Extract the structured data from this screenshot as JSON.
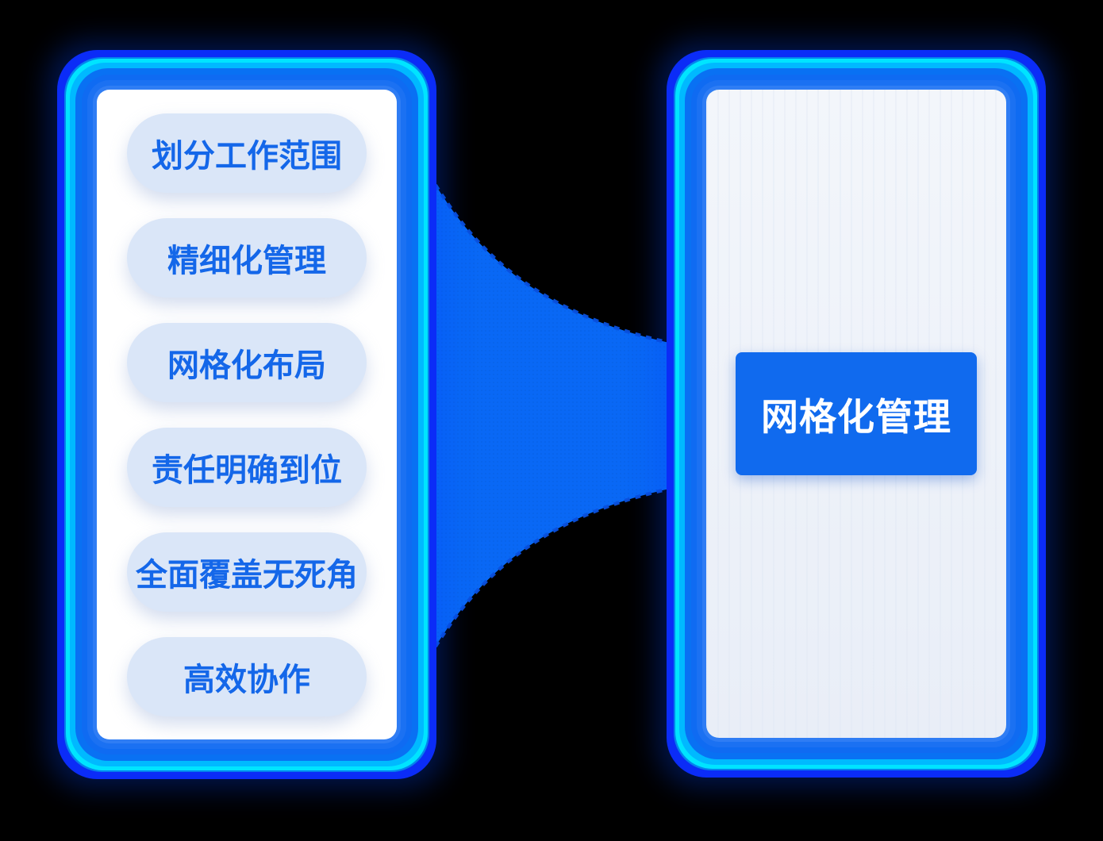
{
  "left_panel": {
    "items": [
      {
        "label": "划分工作范围"
      },
      {
        "label": "精细化管理"
      },
      {
        "label": "网格化布局"
      },
      {
        "label": "责任明确到位"
      },
      {
        "label": "全面覆盖无死角"
      },
      {
        "label": "高效协作"
      }
    ]
  },
  "right_panel": {
    "box_label": "网格化管理"
  },
  "colors": {
    "background": "#000000",
    "funnel_blue": "#0968f5",
    "funnel_edge_dash": "#0a50dd",
    "arrow_blue": "#0b57e9",
    "glow_mid_blue": "#0a6af2",
    "glow_cyan": "#00e4ff",
    "glow_outer_blue": "#0b2cf7",
    "left_panel_bg": "#ffffff",
    "right_panel_bg": "#edf2f9",
    "pill_bg": "#dae6f8",
    "pill_text": "#1467e9",
    "summary_box_bg": "#106aee",
    "summary_text": "#ffffff"
  },
  "icons": {
    "funnel_arrow_glyph": "▶",
    "funnel_arrow_meaning": "arrow-right-icon"
  }
}
